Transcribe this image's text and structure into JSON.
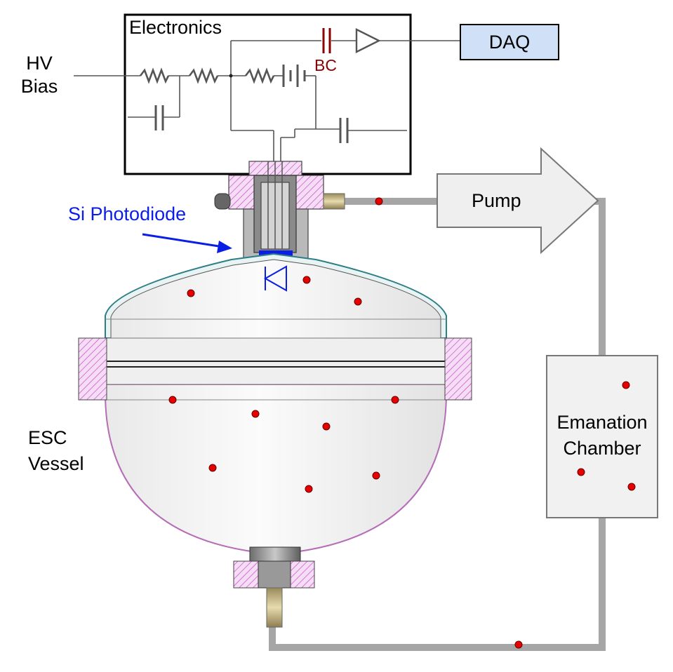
{
  "labels": {
    "hv_bias_line1": "HV",
    "hv_bias_line2": "Bias",
    "electronics": "Electronics",
    "bc": "BC",
    "daq": "DAQ",
    "pump": "Pump",
    "si_photodiode": "Si Photodiode",
    "esc_line1": "ESC",
    "esc_line2": "Vessel",
    "emanation_line1": "Emanation",
    "emanation_line2": "Chamber"
  },
  "colors": {
    "pipe": "#a6a6a6",
    "particle": "#e60000",
    "photodiode": "#0a1ee6",
    "flange_hatch": "#c84bc8",
    "vessel_shell": "#5fb0b8",
    "daq_fill": "#cfe0f7",
    "capacitor_bc": "#8b0000"
  }
}
